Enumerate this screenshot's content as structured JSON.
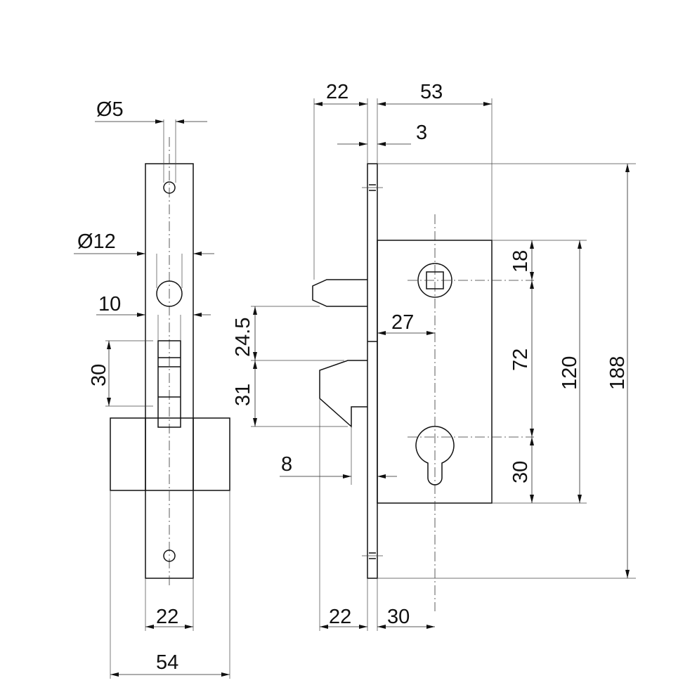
{
  "left_view": {
    "dims": {
      "hole_small": "Ø5",
      "hole_large": "Ø12",
      "latch_width": "10",
      "latch_height": "30",
      "faceplate_width": "22",
      "overall_width": "54"
    }
  },
  "right_view": {
    "dims": {
      "hook_projection": "22",
      "case_depth": "53",
      "faceplate_thickness": "3",
      "hook_gap": "24.5",
      "hook_height": "31",
      "hook_offset": "8",
      "spindle_offset": "27",
      "top_to_spindle": "18",
      "spindle_to_cylinder": "72",
      "cylinder_to_bottom": "30",
      "case_height": "120",
      "faceplate_height": "188",
      "bottom_hook": "22",
      "backset": "30"
    }
  }
}
